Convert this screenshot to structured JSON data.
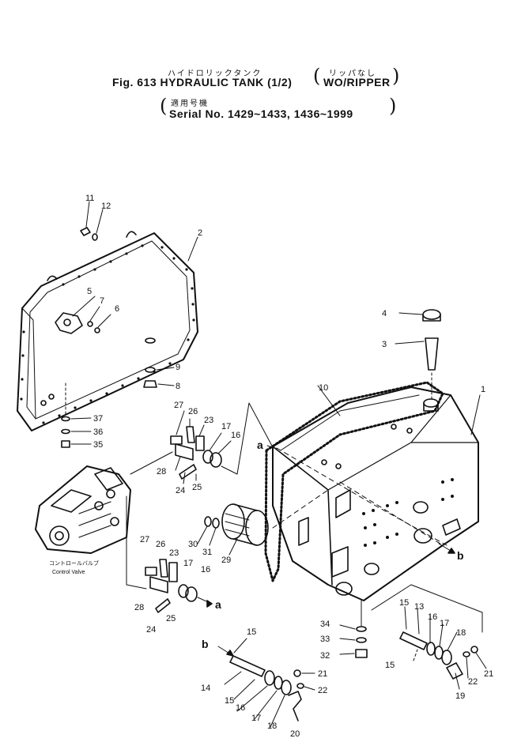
{
  "header": {
    "title_kana": "ハイドロリックタンク",
    "title": "Fig. 613 HYDRAULIC TANK (1/2)",
    "variant_kana": "リッパなし",
    "variant": "WO/RIPPER",
    "serial_kana": "適用号機",
    "serial": "Serial No. 1429~1433, 1436~1999"
  },
  "valve_label": {
    "kana": "コントロールバルブ",
    "text": "Control Valve"
  },
  "connector_a": "a",
  "connector_b": "b",
  "callouts": [
    "1",
    "2",
    "3",
    "4",
    "5",
    "6",
    "7",
    "8",
    "9",
    "10",
    "11",
    "12",
    "13",
    "14",
    "15",
    "16",
    "17",
    "18",
    "19",
    "20",
    "21",
    "22",
    "23",
    "24",
    "25",
    "26",
    "27",
    "28",
    "29",
    "30",
    "31",
    "32",
    "33",
    "34",
    "35",
    "36",
    "37"
  ]
}
